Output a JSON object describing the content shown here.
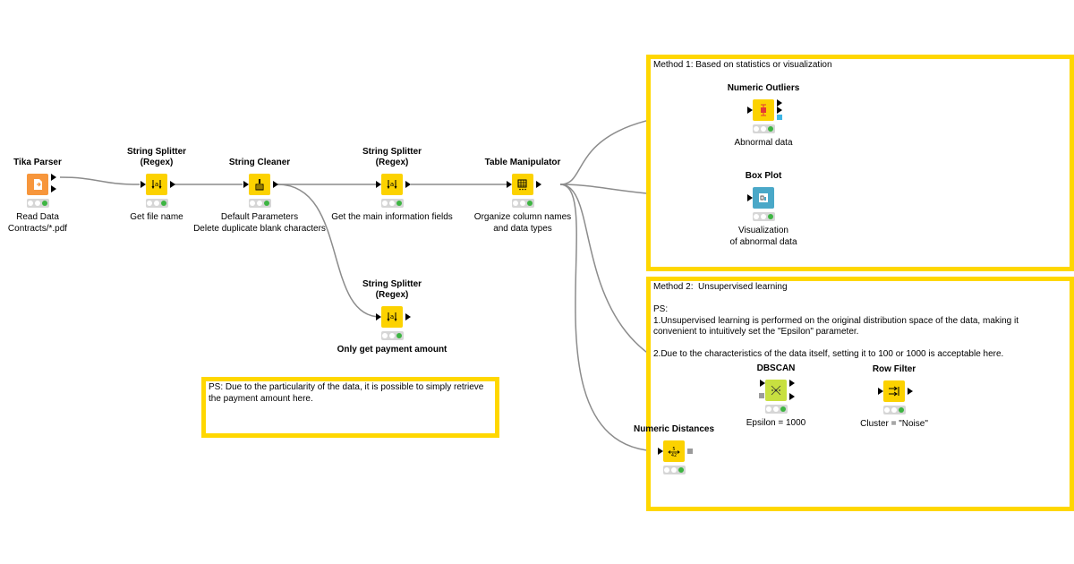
{
  "colors": {
    "annotation_border": "#ffd700",
    "node_source": "#f7963c",
    "node_manip": "#fcd200",
    "node_viz": "#4aa8c8",
    "node_learner": "#c8e040",
    "status_ok": "#3eb543",
    "wire": "#8c8c8c"
  },
  "annotations": {
    "method1": {
      "lines": [
        "Method 1: Based on statistics or visualization"
      ]
    },
    "method2": {
      "lines": [
        "Method 2:  Unsupervised learning",
        "",
        "PS:",
        "1.Unsupervised learning is performed on the original distribution space of the data, making it",
        "convenient to intuitively set the \"Epsilon\" parameter.",
        "",
        "2.Due to the characteristics of the data itself, setting it to 100 or 1000 is acceptable here."
      ]
    },
    "ps_note": {
      "lines": [
        "PS: Due to the particularity of the data, it is possible to simply retrieve",
        "the payment amount here."
      ]
    }
  },
  "nodes": {
    "tika": {
      "title": "Tika Parser",
      "desc": "Read Data\nContracts/*.pdf",
      "icon": "document-icon"
    },
    "splitter1": {
      "title": "String Splitter\n(Regex)",
      "desc": "Get file name",
      "icon": "split-icon"
    },
    "cleaner": {
      "title": "String Cleaner",
      "desc": "Default Parameters\nDelete duplicate blank characters",
      "icon": "broom-icon"
    },
    "splitter2": {
      "title": "String Splitter\n(Regex)",
      "desc": "Get the main information fields",
      "icon": "split-icon"
    },
    "splitter3": {
      "title": "String Splitter\n(Regex)",
      "desc": "Only get payment amount",
      "icon": "split-icon"
    },
    "manipulator": {
      "title": "Table Manipulator",
      "desc": "Organize column names\nand data types",
      "icon": "table-edit-icon"
    },
    "outliers": {
      "title": "Numeric Outliers",
      "desc": "Abnormal data",
      "icon": "outlier-icon"
    },
    "boxplot": {
      "title": "Box Plot",
      "desc": "Visualization\nof abnormal data",
      "icon": "box-plot-icon"
    },
    "distances": {
      "title": "Numeric Distances",
      "desc": "",
      "icon": "distance-icon"
    },
    "dbscan": {
      "title": "DBSCAN",
      "desc": "Epsilon = 1000",
      "icon": "cluster-icon"
    },
    "rowfilter": {
      "title": "Row Filter",
      "desc": "Cluster = \"Noise\"",
      "icon": "filter-icon"
    }
  }
}
